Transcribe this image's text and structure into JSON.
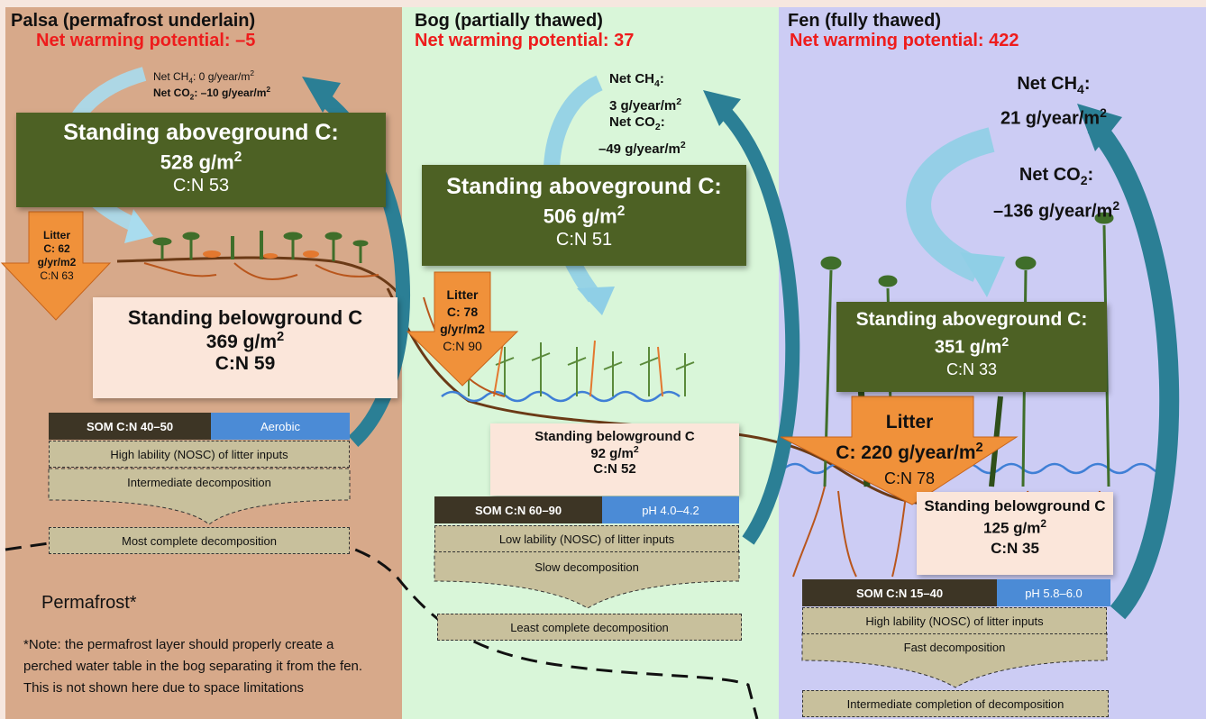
{
  "palsa": {
    "title": "Palsa (permafrost underlain)",
    "nwp": "Net warming potential: –5",
    "ch4_label": "Net CH",
    "ch4_value": ": 0 g/year/m",
    "co2_label": "Net CO",
    "co2_value": ": –10 g/year/m",
    "above_title": "Standing aboveground C:",
    "above_value": "528 g/m",
    "above_cn": "C:N 53",
    "litter_l1": "Litter",
    "litter_l2": "C: 62",
    "litter_l3": "g/yr/m2",
    "litter_cn": "C:N 63",
    "below_title": "Standing belowground C",
    "below_value": "369 g/m",
    "below_cn": "C:N 59",
    "som": "SOM C:N 40–50",
    "som_right": "Aerobic",
    "lability": "High lability (NOSC) of litter inputs",
    "decomp": "Intermediate decomposition",
    "complete": "Most complete decomposition",
    "permafrost": "Permafrost*",
    "note": "*Note: the permafrost layer should properly create a perched water table in the bog separating it from the fen. This is not shown here due to space limitations"
  },
  "bog": {
    "title": "Bog (partially thawed)",
    "nwp": "Net warming potential: 37",
    "ch4_label": "Net CH",
    "ch4_value": "3 g/year/m",
    "co2_label": "Net CO",
    "co2_value": "–49 g/year/m",
    "above_title": "Standing aboveground C:",
    "above_value": "506 g/m",
    "above_cn": "C:N 51",
    "litter_l1": "Litter",
    "litter_l2": "C: 78",
    "litter_l3": "g/yr/m2",
    "litter_cn": "C:N 90",
    "below_title": "Standing belowground C",
    "below_value": "92 g/m",
    "below_cn": "C:N 52",
    "som": "SOM  C:N 60–90",
    "som_right": "pH 4.0–4.2",
    "lability": "Low lability (NOSC) of litter inputs",
    "decomp": "Slow decomposition",
    "complete": "Least complete decomposition"
  },
  "fen": {
    "title": "Fen (fully thawed)",
    "nwp": "Net warming potential: 422",
    "ch4_label": "Net CH",
    "ch4_value": "21 g/year/m",
    "co2_label": "Net CO",
    "co2_value": "–136 g/year/m",
    "above_title": "Standing aboveground C:",
    "above_value": "351 g/m",
    "above_cn": "C:N 33",
    "litter_l1": "Litter",
    "litter_l2": "C: 220 g/year/m",
    "litter_cn": "C:N 78",
    "below_title": "Standing belowground C",
    "below_value": "125 g/m",
    "below_cn": "C:N 35",
    "som": "SOM C:N 15–40",
    "som_right": "pH 5.8–6.0",
    "lability": "High lability (NOSC) of litter inputs",
    "decomp": "Fast decomposition",
    "complete": "Intermediate completion of decomposition"
  },
  "colors": {
    "palsa_bg": "#d7a98a",
    "bog_bg": "#d9f6d9",
    "fen_bg": "#ccccf4",
    "aboveground": "#4d6124",
    "litter_arrow": "#f0913a",
    "co2_arrow": "#8fcfe6",
    "ch4_arrow": "#2b7f95",
    "nwp_text": "#ee1c1c"
  }
}
